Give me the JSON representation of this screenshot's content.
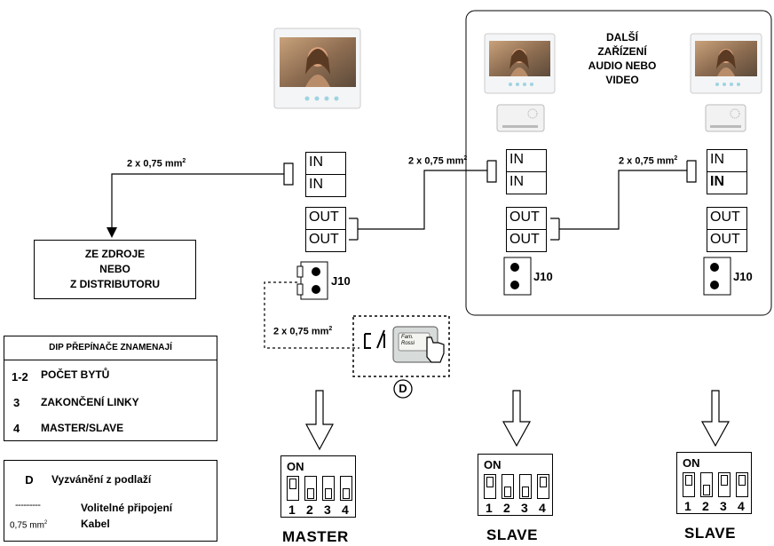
{
  "wire_label": "2 x 0,75 mm",
  "wire_label_sup": "2",
  "terminals": {
    "in": "IN",
    "out": "OUT",
    "j10": "J10"
  },
  "source_box": {
    "line1": "ZE ZDROJE",
    "line2": "NEBO",
    "line3": "Z DISTRIBUTORU"
  },
  "other_devices": {
    "line1": "DALŠÍ",
    "line2": "ZAŘÍZENÍ",
    "line3": "AUDIO NEBO",
    "line4": "VIDEO"
  },
  "floor_button": {
    "nameplate_line1": "Fam.",
    "nameplate_line2": "Rossi",
    "marker": "D"
  },
  "dip_legend": {
    "title": "DIP PŘEPÍNAČE ZNAMENAJÍ",
    "rows": [
      {
        "key": "1-2",
        "text": "POČET BYTŮ"
      },
      {
        "key": "3",
        "text": "ZAKONČENÍ LINKY"
      },
      {
        "key": "4",
        "text": "MASTER/SLAVE"
      }
    ]
  },
  "legend2": {
    "marker": "D",
    "marker_text": "Vyzvánění z podlaží",
    "dash_symbol": "---------",
    "dash_text": "Volitelné připojení",
    "cable_symbol": "0,75 mm",
    "cable_symbol_sup": "2",
    "cable_text": "Kabel"
  },
  "dip_switches": [
    {
      "on_label": "ON",
      "numbers": [
        "1",
        "2",
        "3",
        "4"
      ],
      "positions": [
        "up",
        "down",
        "down",
        "down"
      ],
      "title": "MASTER"
    },
    {
      "on_label": "ON",
      "numbers": [
        "1",
        "2",
        "3",
        "4"
      ],
      "positions": [
        "up",
        "down",
        "down",
        "up"
      ],
      "title": "SLAVE"
    },
    {
      "on_label": "ON",
      "numbers": [
        "1",
        "2",
        "3",
        "4"
      ],
      "positions": [
        "up",
        "down",
        "up",
        "up"
      ],
      "title": "SLAVE"
    }
  ]
}
